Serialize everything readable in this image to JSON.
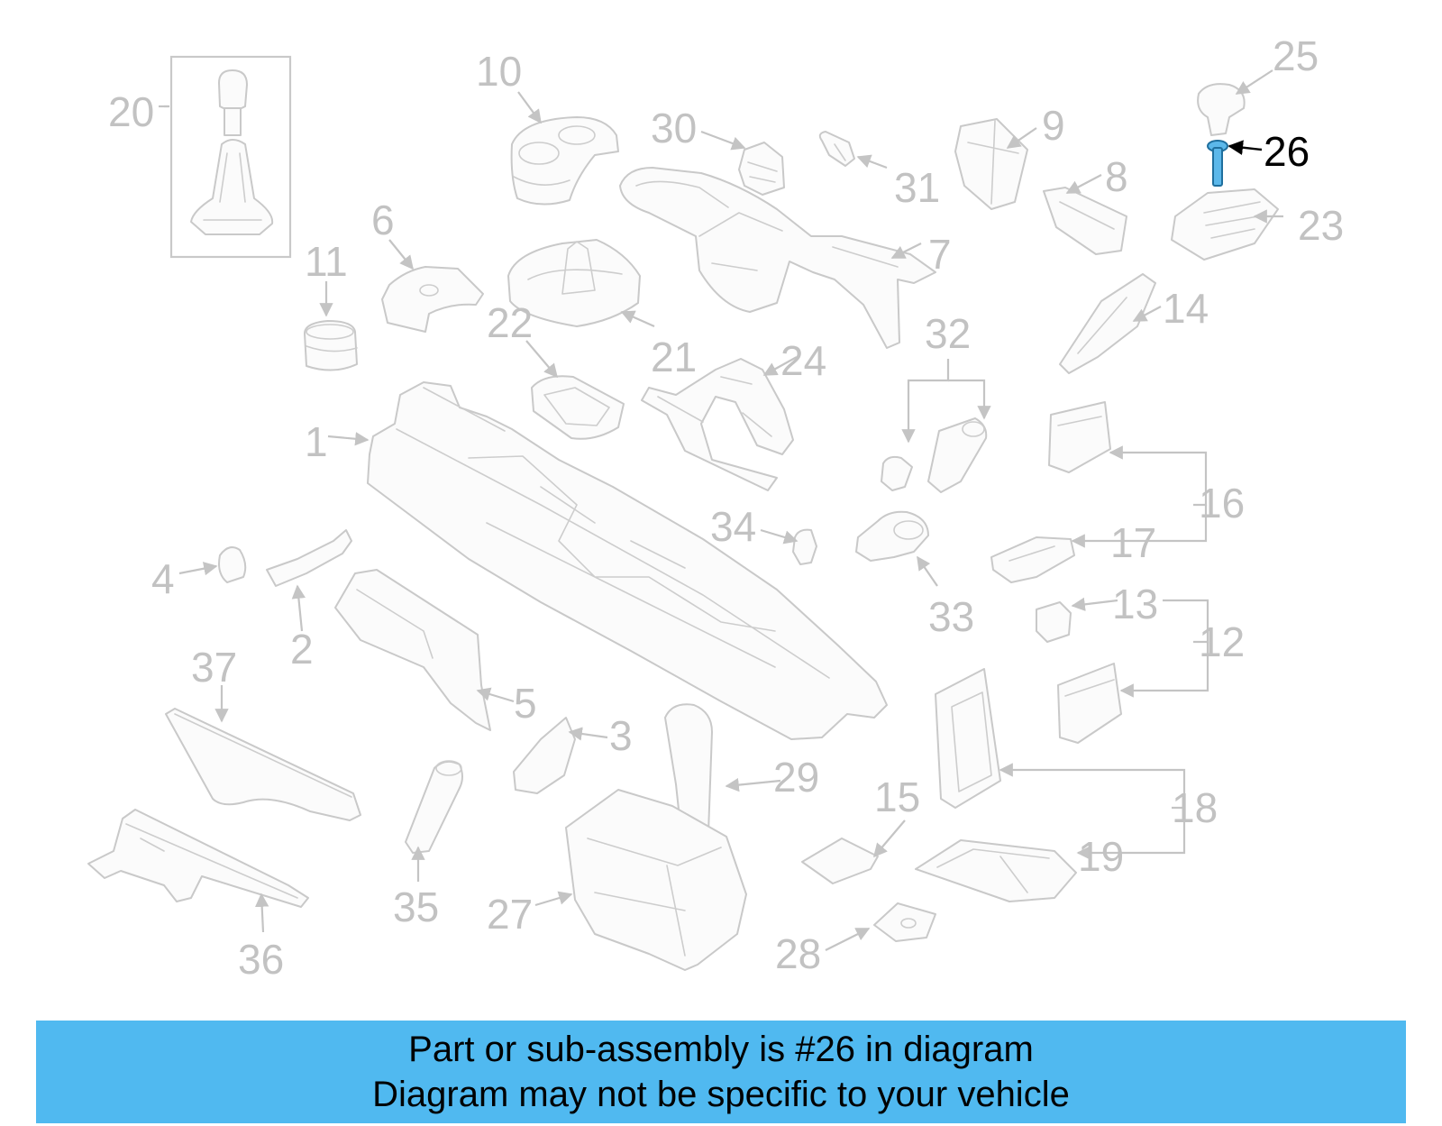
{
  "callouts": {
    "c1": "1",
    "c2": "2",
    "c3": "3",
    "c4": "4",
    "c5": "5",
    "c6": "6",
    "c7": "7",
    "c8": "8",
    "c9": "9",
    "c10": "10",
    "c11": "11",
    "c12": "12",
    "c13": "13",
    "c14": "14",
    "c15": "15",
    "c16": "16",
    "c17": "17",
    "c18": "18",
    "c19": "19",
    "c20": "20",
    "c21": "21",
    "c22": "22",
    "c23": "23",
    "c24": "24",
    "c25": "25",
    "c26": "26",
    "c27": "27",
    "c28": "28",
    "c29": "29",
    "c30": "30",
    "c31": "31",
    "c32": "32",
    "c33": "33",
    "c34": "34",
    "c35": "35",
    "c36": "36",
    "c37": "37"
  },
  "highlighted_part": "26",
  "colors": {
    "banner_background": "#50b9f0",
    "highlight_part": "#5cb8ea",
    "callout_text": "#c2c2c2",
    "highlight_text": "#000000"
  },
  "banner": {
    "line1": "Part or sub-assembly is #26 in diagram",
    "line2": "Diagram may not be specific to your vehicle"
  }
}
